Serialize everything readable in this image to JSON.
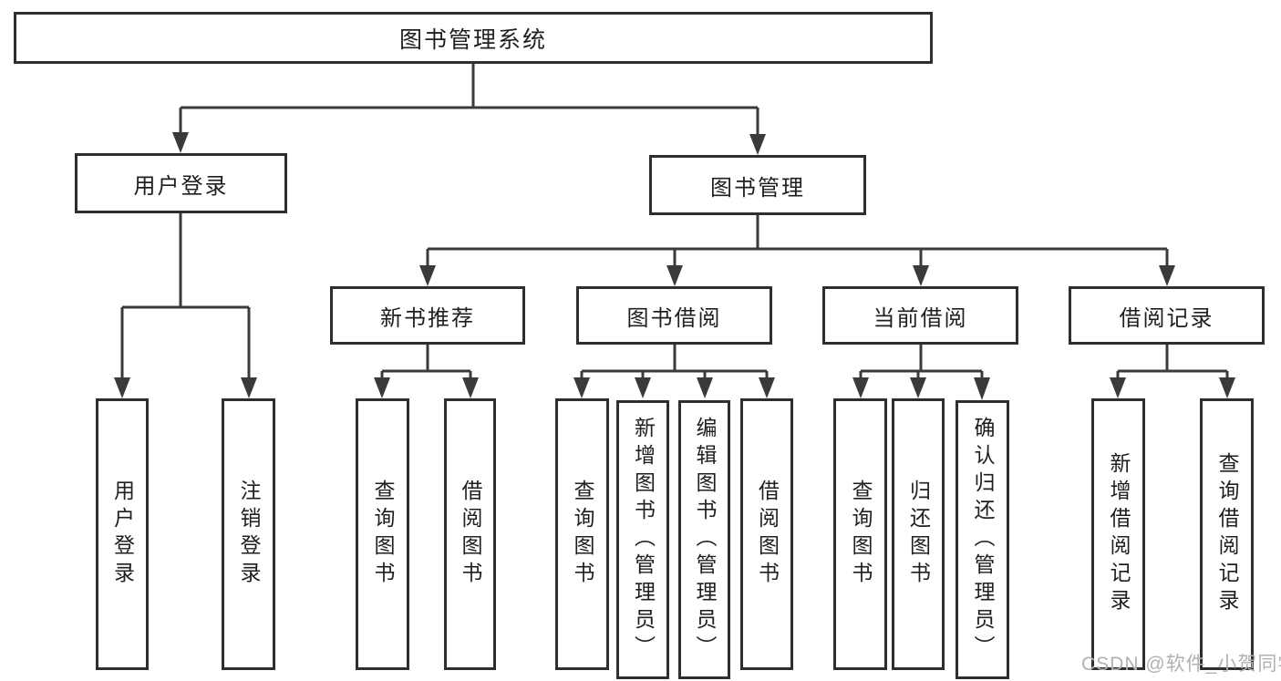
{
  "nodes": {
    "root": {
      "label": "图书管理系统"
    },
    "user_login": {
      "label": "用户登录"
    },
    "book_mgmt": {
      "label": "图书管理"
    },
    "new_book_rec": {
      "label": "新书推荐"
    },
    "book_borrow": {
      "label": "图书借阅"
    },
    "current_borrow": {
      "label": "当前借阅"
    },
    "borrow_records": {
      "label": "借阅记录"
    },
    "ul_login": {
      "label": "用户登录"
    },
    "ul_logout": {
      "label": "注销登录"
    },
    "nb_query": {
      "label": "查询图书"
    },
    "nb_borrow": {
      "label": "借阅图书"
    },
    "bb_query": {
      "label": "查询图书"
    },
    "bb_add": {
      "label": "新增图书（管理员）"
    },
    "bb_edit": {
      "label": "编辑图书（管理员）"
    },
    "bb_borrow": {
      "label": "借阅图书"
    },
    "cb_query": {
      "label": "查询图书"
    },
    "cb_return": {
      "label": "归还图书"
    },
    "cb_confirm": {
      "label": "确认归还（管理员）"
    },
    "br_add": {
      "label": "新增借阅记录"
    },
    "br_query": {
      "label": "查询借阅记录"
    }
  },
  "hierarchy": {
    "图书管理系统": {
      "用户登录": [
        "用户登录",
        "注销登录"
      ],
      "图书管理": {
        "新书推荐": [
          "查询图书",
          "借阅图书"
        ],
        "图书借阅": [
          "查询图书",
          "新增图书（管理员）",
          "编辑图书（管理员）",
          "借阅图书"
        ],
        "当前借阅": [
          "查询图书",
          "归还图书",
          "确认归还（管理员）"
        ],
        "借阅记录": [
          "新增借阅记录",
          "查询借阅记录"
        ]
      }
    }
  },
  "watermark": "CSDN @软件_小贺同学",
  "colors": {
    "background": "#ffffff",
    "line": "#3a3a3a",
    "border": "#2e2e2e",
    "text": "#1f1f1f",
    "watermark": "#b5b0b0"
  }
}
